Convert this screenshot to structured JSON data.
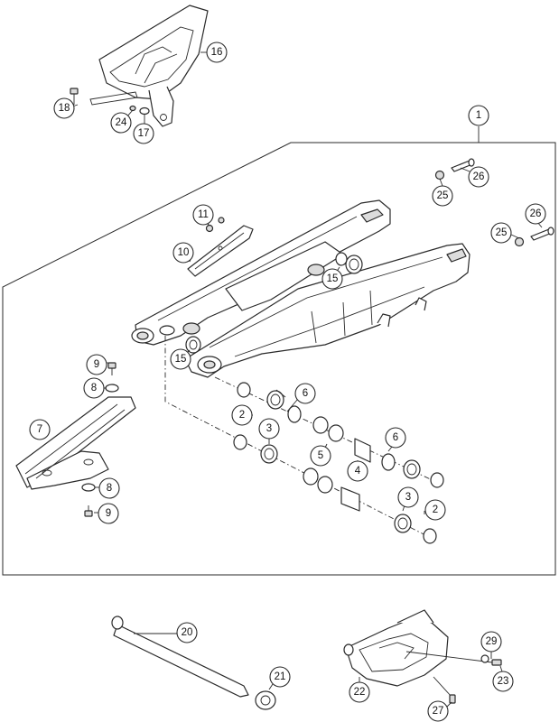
{
  "diagram": {
    "callouts": [
      {
        "id": "c1",
        "label": "1"
      },
      {
        "id": "c16",
        "label": "16"
      },
      {
        "id": "c18",
        "label": "18"
      },
      {
        "id": "c24",
        "label": "24"
      },
      {
        "id": "c17",
        "label": "17"
      },
      {
        "id": "c11",
        "label": "11"
      },
      {
        "id": "c10",
        "label": "10"
      },
      {
        "id": "c26a",
        "label": "26"
      },
      {
        "id": "c25a",
        "label": "25"
      },
      {
        "id": "c26b",
        "label": "26"
      },
      {
        "id": "c25b",
        "label": "25"
      },
      {
        "id": "c15a",
        "label": "15"
      },
      {
        "id": "c15b",
        "label": "15"
      },
      {
        "id": "c9a",
        "label": "9"
      },
      {
        "id": "c8a",
        "label": "8"
      },
      {
        "id": "c7",
        "label": "7"
      },
      {
        "id": "c8b",
        "label": "8"
      },
      {
        "id": "c9b",
        "label": "9"
      },
      {
        "id": "c6a",
        "label": "6"
      },
      {
        "id": "c2a",
        "label": "2"
      },
      {
        "id": "c3a",
        "label": "3"
      },
      {
        "id": "c5",
        "label": "5"
      },
      {
        "id": "c6b",
        "label": "6"
      },
      {
        "id": "c4",
        "label": "4"
      },
      {
        "id": "c3b",
        "label": "3"
      },
      {
        "id": "c2b",
        "label": "2"
      },
      {
        "id": "c20",
        "label": "20"
      },
      {
        "id": "c21",
        "label": "21"
      },
      {
        "id": "c22",
        "label": "22"
      },
      {
        "id": "c29",
        "label": "29"
      },
      {
        "id": "c23",
        "label": "23"
      },
      {
        "id": "c27",
        "label": "27"
      }
    ]
  }
}
